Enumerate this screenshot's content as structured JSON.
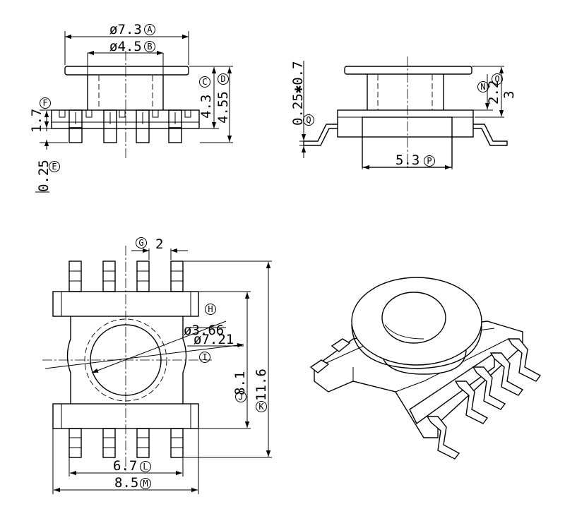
{
  "dimensions": {
    "A": {
      "value": "ø7.3",
      "label": "A"
    },
    "B": {
      "value": "ø4.5",
      "label": "B"
    },
    "C": {
      "value": "4.3",
      "label": "C"
    },
    "D": {
      "value": "4.55",
      "label": "D"
    },
    "E": {
      "value": "0.25",
      "label": "E"
    },
    "F": {
      "value": "1.7",
      "label": "F"
    },
    "G": {
      "value": "2",
      "label": "G"
    },
    "H": {
      "value": "ø3.66",
      "label": "H"
    },
    "I": {
      "value": "ø7.21",
      "label": "I"
    },
    "J": {
      "value": "8.1",
      "label": "J"
    },
    "K": {
      "value": "11.6",
      "label": "K"
    },
    "L": {
      "value": "6.7",
      "label": "L"
    },
    "M": {
      "value": "8.5",
      "label": "M"
    },
    "N": {
      "value": "2.2",
      "label": "N"
    },
    "O": {
      "value": "3",
      "label": "O"
    },
    "P": {
      "value": "5.3",
      "label": "P"
    },
    "Q": {
      "value": "0.25✱0.7",
      "label": "Q"
    }
  }
}
